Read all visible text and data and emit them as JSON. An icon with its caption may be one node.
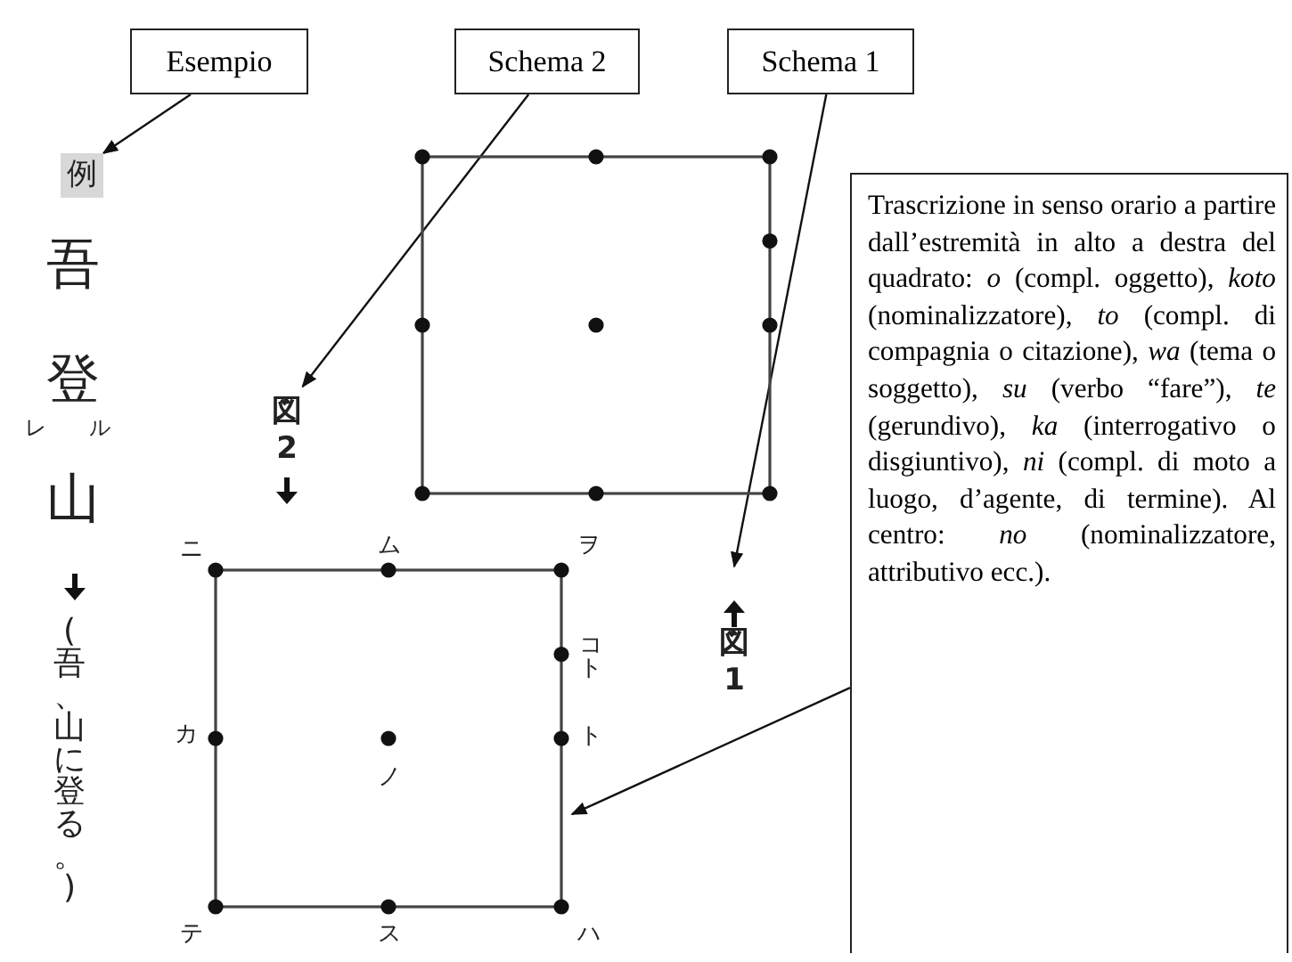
{
  "diagram": {
    "nodes": [
      {
        "text": [
          "Esempio"
        ]
      },
      {
        "text": [
          "Schema 2"
        ]
      },
      {
        "text": [
          "Schema 1"
        ]
      },
      {
        "text": [
          "例"
        ]
      },
      {
        "text": [
          "図2"
        ]
      },
      {
        "text": [
          "図1"
        ]
      },
      {
        "text": [],
        "shape": "box"
      },
      {
        "text": [],
        "shape": "box"
      },
      {
        "text": [
          "Trascrizione in senso orario a partire dall’estremità in alto a destra del quadrato: *o* (compl. oggetto), *koto* (nominalizzatore), *to* (compl. di compagnia o citazione), *wa* (tema o soggetto), *su* (verbo “fare”), *te* (gerundivo), *ka* (interrogativo o disgiuntivo), *ni* (compl. di moto a luogo, d’agente, di termine). Al centro: *no* (nominalizzatore, attributivo ecc.)."
        ]
      }
    ],
    "edges": [
      {
        "from": 0,
        "to": 3,
        "arrow": "to"
      },
      {
        "from": 1,
        "to": 4,
        "arrow": "to"
      },
      {
        "from": 2,
        "to": 5,
        "arrow": "to"
      },
      {
        "from": 8,
        "to": 7,
        "arrow": "to"
      }
    ],
    "labels": [
      "吾",
      "登",
      "レ",
      "ル",
      "山",
      "(吾、山に登る。)",
      "ニ",
      "ム",
      "ヲ",
      "コト",
      "カ",
      "ト",
      "ノ",
      "テ",
      "ス",
      "ハ"
    ]
  }
}
